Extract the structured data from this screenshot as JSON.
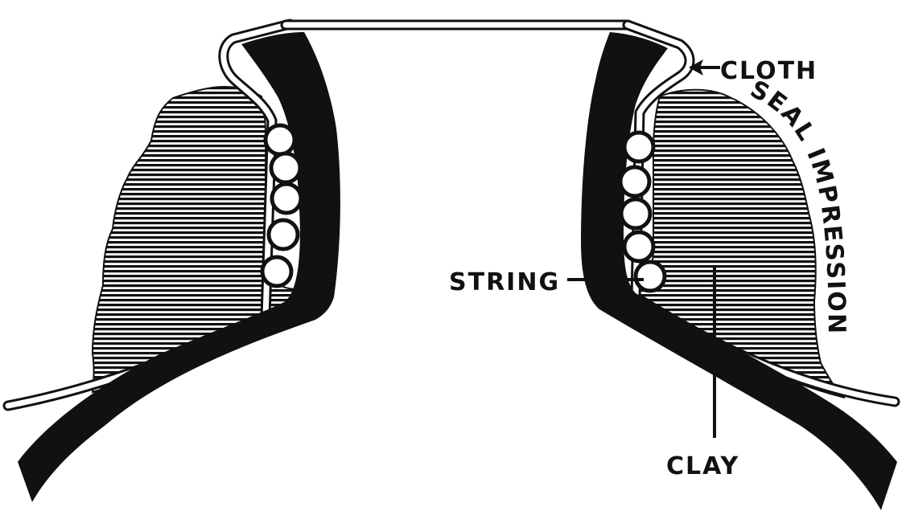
{
  "labels": {
    "cloth": "CLOTH",
    "seal_impression": "SEAL IMPRESSION",
    "string": "STRING",
    "clay": "CLAY"
  },
  "colors": {
    "ink": "#111111",
    "paper": "#ffffff"
  }
}
